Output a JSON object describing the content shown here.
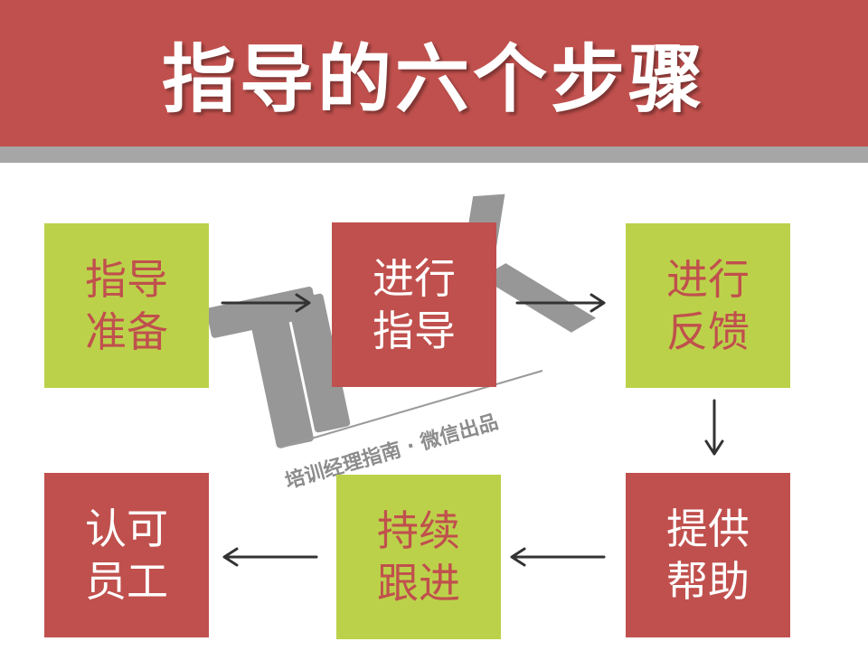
{
  "header": {
    "title": "指导的六个步骤",
    "bg_color": "#c0504d",
    "stripe_color": "#a6a6a6"
  },
  "watermark": {
    "caption": "培训经理指南 · 微信出品"
  },
  "steps": [
    {
      "line1": "指导",
      "line2": "准备",
      "color": "green"
    },
    {
      "line1": "进行",
      "line2": "指导",
      "color": "red"
    },
    {
      "line1": "进行",
      "line2": "反馈",
      "color": "green"
    },
    {
      "line1": "提供",
      "line2": "帮助",
      "color": "red"
    },
    {
      "line1": "持续",
      "line2": "跟进",
      "color": "green"
    },
    {
      "line1": "认可",
      "line2": "员工",
      "color": "red"
    }
  ],
  "colors": {
    "red": "#c0504d",
    "green": "#bcd14a",
    "arrow": "#333333"
  }
}
